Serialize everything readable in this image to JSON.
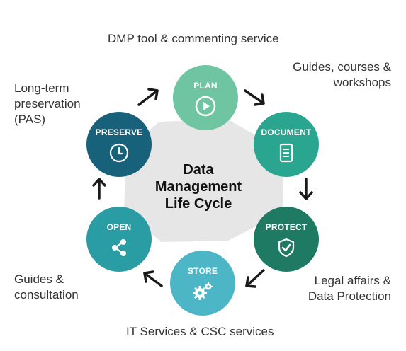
{
  "diagram": {
    "center": {
      "line1": "Data",
      "line2": "Management",
      "line3": "Life Cycle"
    },
    "stages": [
      {
        "key": "plan",
        "label": "PLAN",
        "color": "#6fc4a1",
        "icon": "play-icon"
      },
      {
        "key": "document",
        "label": "DOCUMENT",
        "color": "#2aa58f",
        "icon": "document-icon"
      },
      {
        "key": "protect",
        "label": "PROTECT",
        "color": "#1f7a64",
        "icon": "shield-check-icon"
      },
      {
        "key": "store",
        "label": "STORE",
        "color": "#4cb6c7",
        "icon": "gears-icon"
      },
      {
        "key": "open",
        "label": "OPEN",
        "color": "#2a9ca4",
        "icon": "share-icon"
      },
      {
        "key": "preserve",
        "label": "PRESERVE",
        "color": "#17627a",
        "icon": "clock-icon"
      }
    ],
    "captions": {
      "plan": "DMP tool & commenting service",
      "document": "Guides, courses &\nworkshops",
      "protect": "Legal affairs &\nData Protection",
      "store": "IT Services & CSC services",
      "open": "Guides &\nconsultation",
      "preserve": "Long-term\npreservation\n(PAS)"
    },
    "hexagon_color": "#e6e6e6",
    "arrow_color": "#1a1a1a"
  }
}
